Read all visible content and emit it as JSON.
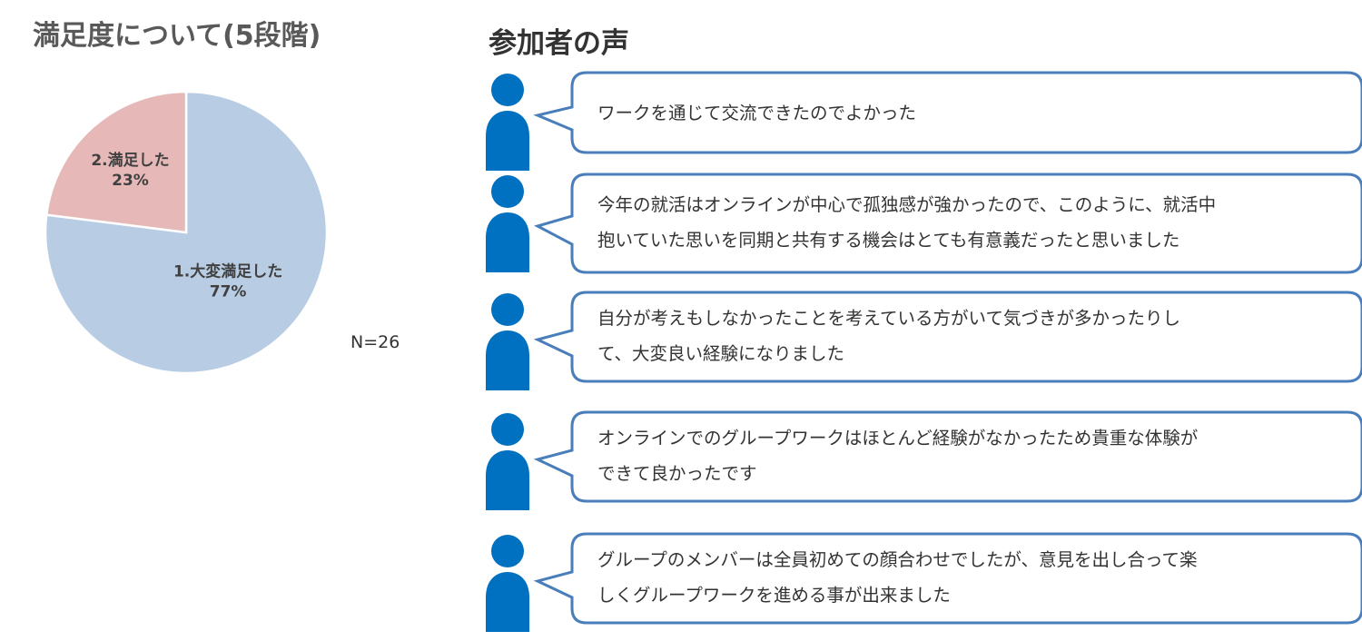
{
  "chart_data": {
    "type": "pie",
    "title": "満足度について(5段階)",
    "slices": [
      {
        "category": "1.大変満足した",
        "value": 77,
        "value_label": "77%",
        "color": "#b8cce4"
      },
      {
        "category": "2.満足した",
        "value": 23,
        "value_label": "23%",
        "color": "#e6b9b8"
      }
    ],
    "note": "N=26"
  },
  "voices": {
    "title": "参加者の声",
    "bubble_color": "#4a7ebb",
    "person_color": "#0070c0",
    "comments": [
      "ワークを通じて交流できたのでよかった",
      "今年の就活はオンラインが中心で孤独感が強かったので、このように、就活中\n抱いていた思いを同期と共有する機会はとても有意義だったと思いました",
      "自分が考えもしなかったことを考えている方がいて気づきが多かったりし\nて、大変良い経験になりました",
      "オンラインでのグループワークはほとんど経験がなかったため貴重な体験が\nできて良かったです",
      "グループのメンバーは全員初めての顔合わせでしたが、意見を出し合って楽\nしくグループワークを進める事が出来ました"
    ]
  }
}
